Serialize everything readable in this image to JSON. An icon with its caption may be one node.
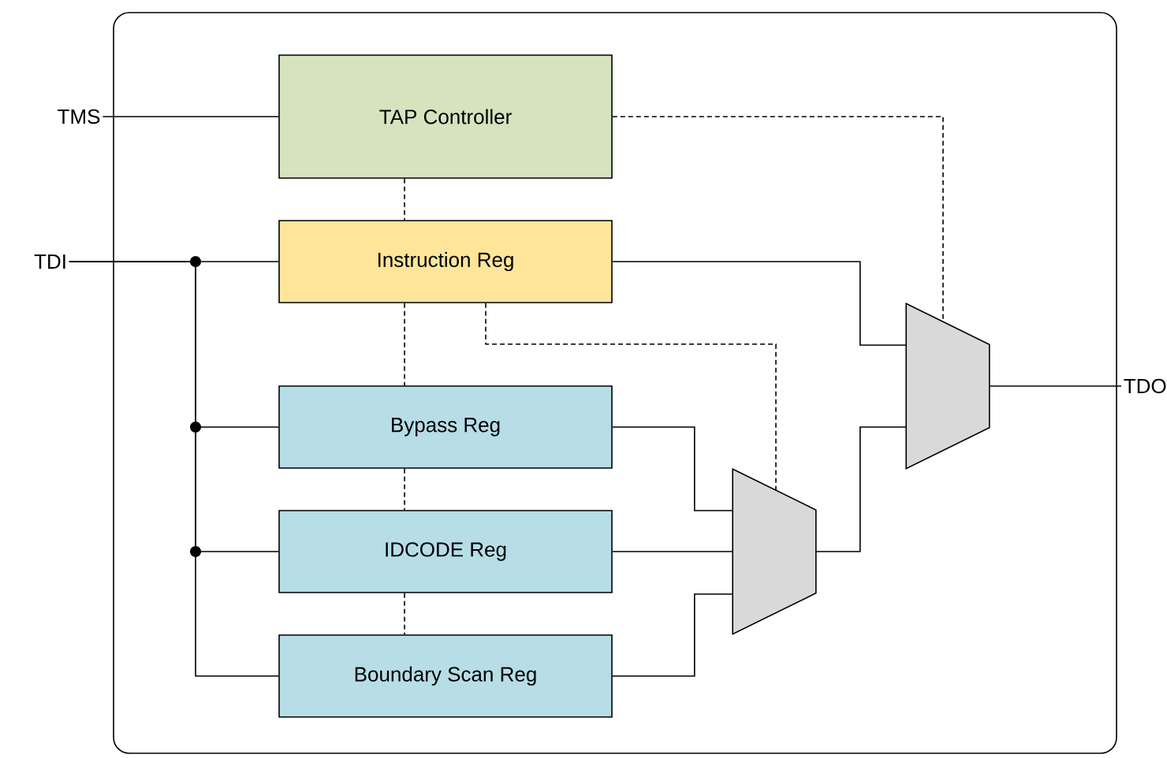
{
  "diagram": {
    "nodes": [
      {
        "text": [],
        "shape": "box"
      },
      {
        "text": [
          "TMS"
        ]
      },
      {
        "text": [
          "TDI"
        ]
      },
      {
        "text": [
          "TDO"
        ]
      },
      {
        "text": [
          "TAP Controller"
        ],
        "in": 0
      },
      {
        "text": [
          "Instruction Reg"
        ],
        "in": 0
      },
      {
        "text": [
          "Bypass Reg"
        ],
        "in": 0
      },
      {
        "text": [
          "IDCODE Reg"
        ],
        "in": 0
      },
      {
        "text": [
          "Boundary Scan Reg"
        ],
        "in": 0
      },
      {
        "text": [],
        "shape": "trapezoid",
        "in": 0
      },
      {
        "text": [],
        "shape": "trapezoid",
        "in": 0
      }
    ],
    "edges": [
      {
        "from": 1,
        "to": 4,
        "arrow": "none"
      },
      {
        "from": 2,
        "to": 5,
        "arrow": "none"
      },
      {
        "from": 2,
        "to": 6,
        "arrow": "none"
      },
      {
        "from": 2,
        "to": 7,
        "arrow": "none"
      },
      {
        "from": 2,
        "to": 8,
        "arrow": "none"
      },
      {
        "from": 4,
        "to": 5,
        "arrow": "none",
        "style": "dashed"
      },
      {
        "from": 5,
        "to": 6,
        "arrow": "none",
        "style": "dashed"
      },
      {
        "from": 6,
        "to": 7,
        "arrow": "none",
        "style": "dashed"
      },
      {
        "from": 7,
        "to": 8,
        "arrow": "none",
        "style": "dashed"
      },
      {
        "from": 4,
        "to": 10,
        "arrow": "none",
        "style": "dashed"
      },
      {
        "from": 5,
        "to": 9,
        "arrow": "none",
        "style": "dashed"
      },
      {
        "from": 5,
        "to": 10,
        "arrow": "none"
      },
      {
        "from": 6,
        "to": 9,
        "arrow": "none"
      },
      {
        "from": 7,
        "to": 9,
        "arrow": "none"
      },
      {
        "from": 8,
        "to": 9,
        "arrow": "none"
      },
      {
        "from": 9,
        "to": 10,
        "arrow": "none"
      },
      {
        "from": 10,
        "to": 3,
        "arrow": "none"
      }
    ]
  }
}
